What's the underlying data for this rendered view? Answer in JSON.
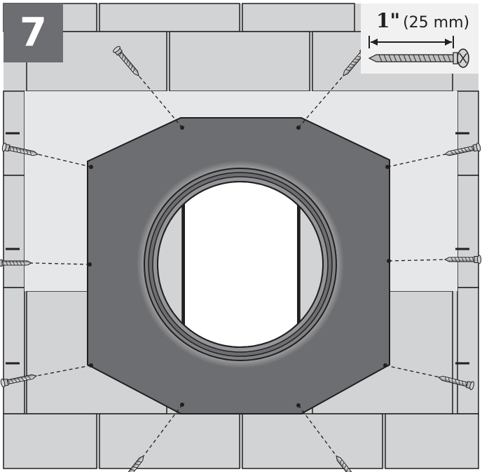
{
  "step": {
    "number": "7"
  },
  "screw_spec": {
    "length_inch": "1\"",
    "length_mm": "(25 mm)"
  },
  "colors": {
    "wall_gray": "#d1d3d4",
    "mortar_line": "#231f20",
    "backer_panel": "#e6e7e8",
    "flange_plate": "#6d6e71",
    "opening_white": "#ffffff",
    "badge_gray": "#6d6e71"
  },
  "screws": {
    "count": 10
  }
}
